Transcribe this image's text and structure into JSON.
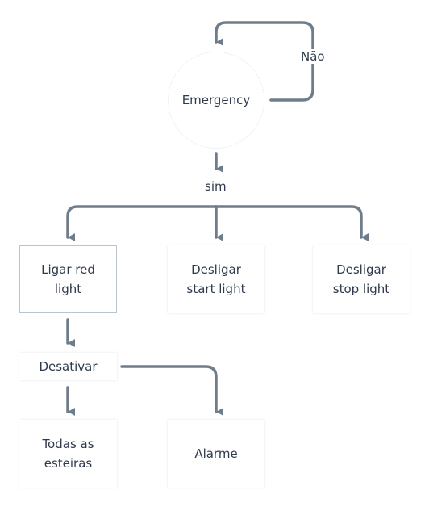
{
  "nodes": {
    "emergency": "Emergency",
    "ligar": "Ligar red\nlight",
    "desligar_start": "Desligar\nstart light",
    "desligar_stop": "Desligar\nstop light",
    "desativar": "Desativar",
    "todas": "Todas as\nesteiras",
    "alarme": "Alarme"
  },
  "edge_labels": {
    "nao": "Não",
    "sim": "sim"
  },
  "colors": {
    "connector": "#6f7d8b",
    "text": "#2f3b4c",
    "selected_border": "#b9c4cf"
  }
}
